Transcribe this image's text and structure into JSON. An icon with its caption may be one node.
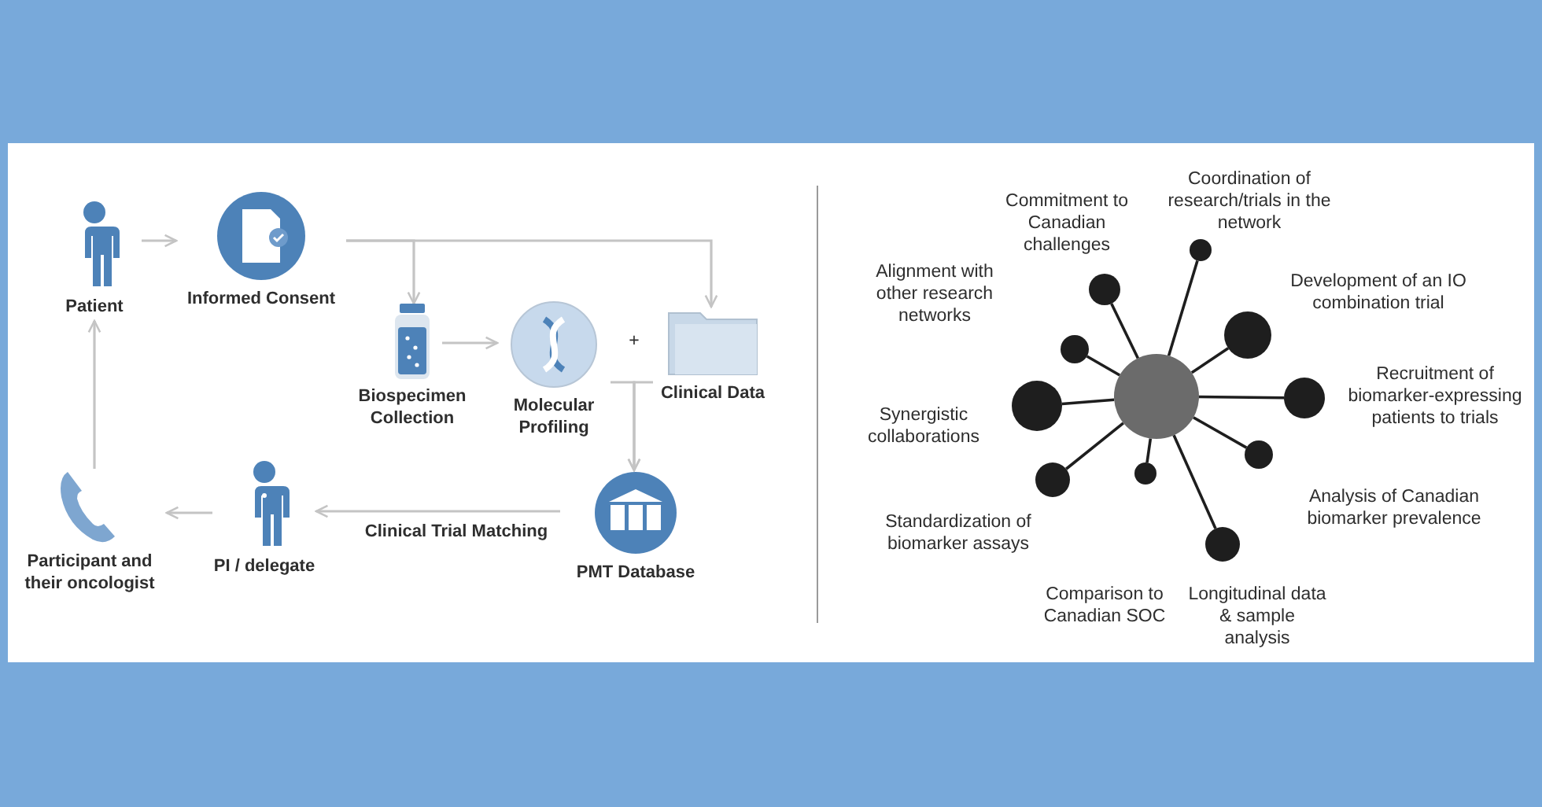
{
  "diagram": {
    "nodes": [
      {
        "text": [
          "Patient"
        ]
      },
      {
        "text": [
          "Informed Consent"
        ]
      },
      {
        "text": [
          "Biospecimen Collection"
        ]
      },
      {
        "text": [
          "Molecular Profiling"
        ]
      },
      {
        "text": [
          "Clinical Data"
        ]
      },
      {
        "text": [
          "PMT Database"
        ]
      },
      {
        "text": [
          "PI / delegate"
        ]
      },
      {
        "text": [
          "Participant and their oncologist"
        ]
      },
      {
        "text": [],
        "shape": "circle"
      },
      {
        "text": [],
        "shape": "circle"
      },
      {
        "text": [],
        "shape": "circle"
      },
      {
        "text": [],
        "shape": "circle"
      },
      {
        "text": [],
        "shape": "circle"
      },
      {
        "text": [],
        "shape": "circle"
      },
      {
        "text": [],
        "shape": "circle"
      },
      {
        "text": [],
        "shape": "circle"
      },
      {
        "text": [],
        "shape": "circle"
      },
      {
        "text": [],
        "shape": "circle"
      },
      {
        "text": [],
        "shape": "circle"
      }
    ],
    "edges": [
      {
        "from": 0,
        "to": 1,
        "arrow": "to",
        "color": "#c4c4c4"
      },
      {
        "from": 1,
        "to": 2,
        "arrow": "to",
        "color": "#c4c4c4"
      },
      {
        "from": 1,
        "to": 4,
        "arrow": "to",
        "color": "#c4c4c4"
      },
      {
        "from": 2,
        "to": 3,
        "arrow": "to",
        "color": "#c4c4c4"
      },
      {
        "from": 3,
        "to": 5,
        "arrow": "to",
        "color": "#c4c4c4"
      },
      {
        "from": 4,
        "to": 5,
        "arrow": "to",
        "color": "#c4c4c4"
      },
      {
        "from": 5,
        "to": 6,
        "arrow": "to",
        "label": "Clinical Trial Matching",
        "color": "#c4c4c4"
      },
      {
        "from": 6,
        "to": 7,
        "arrow": "to",
        "color": "#c4c4c4"
      },
      {
        "from": 7,
        "to": 0,
        "arrow": "to",
        "color": "#c4c4c4"
      },
      {
        "from": 8,
        "to": 9,
        "arrow": "none"
      },
      {
        "from": 8,
        "to": 10,
        "arrow": "none"
      },
      {
        "from": 8,
        "to": 11,
        "arrow": "none"
      },
      {
        "from": 8,
        "to": 12,
        "arrow": "none"
      },
      {
        "from": 8,
        "to": 13,
        "arrow": "none"
      },
      {
        "from": 8,
        "to": 14,
        "arrow": "none"
      },
      {
        "from": 8,
        "to": 15,
        "arrow": "none"
      },
      {
        "from": 8,
        "to": 16,
        "arrow": "none"
      },
      {
        "from": 8,
        "to": 17,
        "arrow": "none"
      },
      {
        "from": 8,
        "to": 18,
        "arrow": "none"
      }
    ],
    "labels": [
      "+",
      "Coordination of research/trials in the network",
      "Commitment to Canadian challenges",
      "Development of an IO combination trial",
      "Alignment with other research networks",
      "Recruitment of biomarker-expressing patients to trials",
      "Synergistic collaborations",
      "Analysis of Canadian biomarker prevalence",
      "Standardization of biomarker assays",
      "Comparison to Canadian SOC",
      "Longitudinal data & sample analysis"
    ]
  }
}
